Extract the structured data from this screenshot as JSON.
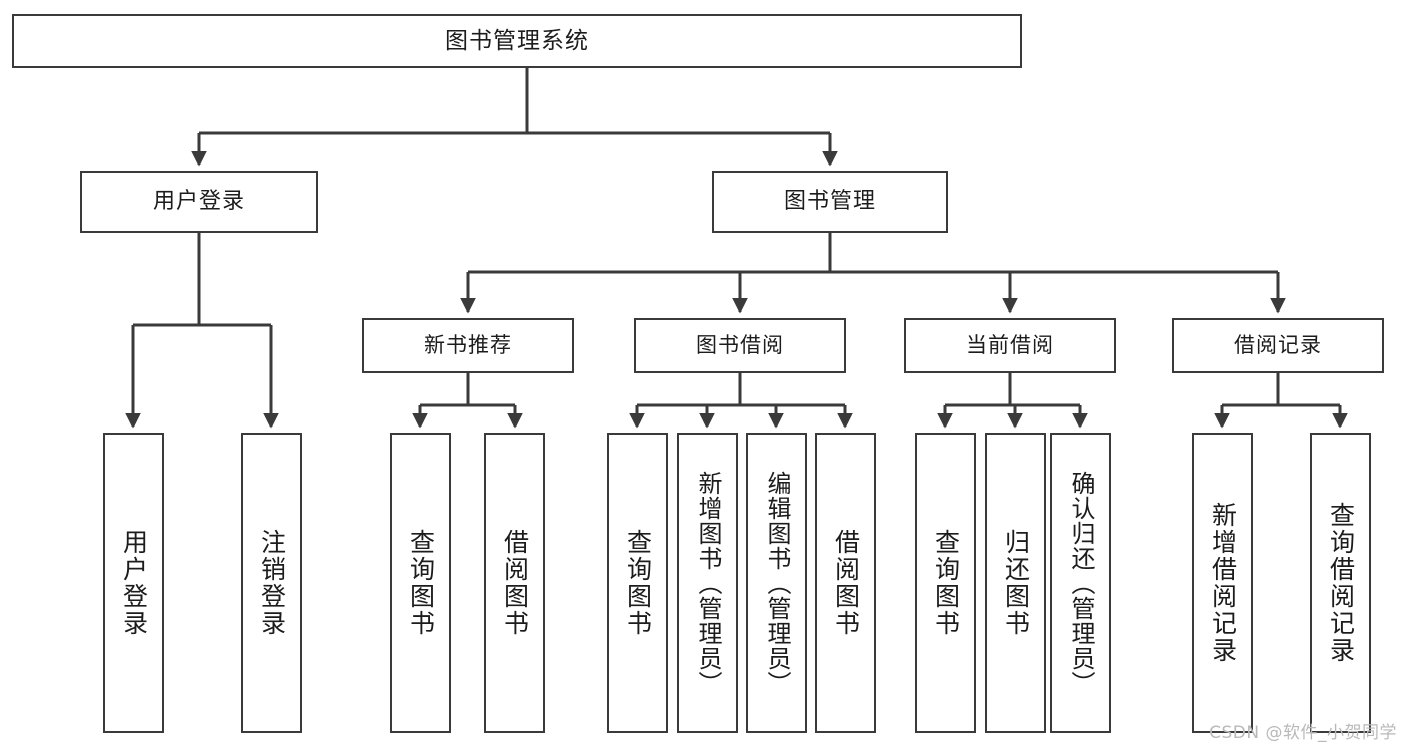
{
  "diagram": {
    "type": "hierarchy-tree",
    "root": {
      "label": "图书管理系统"
    },
    "level2": [
      {
        "label": "用户登录"
      },
      {
        "label": "图书管理"
      }
    ],
    "level3": [
      {
        "label": "新书推荐"
      },
      {
        "label": "图书借阅"
      },
      {
        "label": "当前借阅"
      },
      {
        "label": "借阅记录"
      }
    ],
    "leaves": [
      {
        "label": "用户登录"
      },
      {
        "label": "注销登录"
      },
      {
        "label": "查询图书"
      },
      {
        "label": "借阅图书"
      },
      {
        "label": "查询图书"
      },
      {
        "label": "新增图书（管理员）"
      },
      {
        "label": "编辑图书（管理员）"
      },
      {
        "label": "借阅图书"
      },
      {
        "label": "查询图书"
      },
      {
        "label": "归还图书"
      },
      {
        "label": "确认归还（管理员）"
      },
      {
        "label": "新增借阅记录"
      },
      {
        "label": "查询借阅记录"
      }
    ]
  },
  "watermark": {
    "text": "CSDN @软件_小贺同学"
  },
  "colors": {
    "border": "#3a3a3a",
    "text": "#1c1c1c",
    "background": "#ffffff",
    "watermark": "#b9b9b9"
  }
}
